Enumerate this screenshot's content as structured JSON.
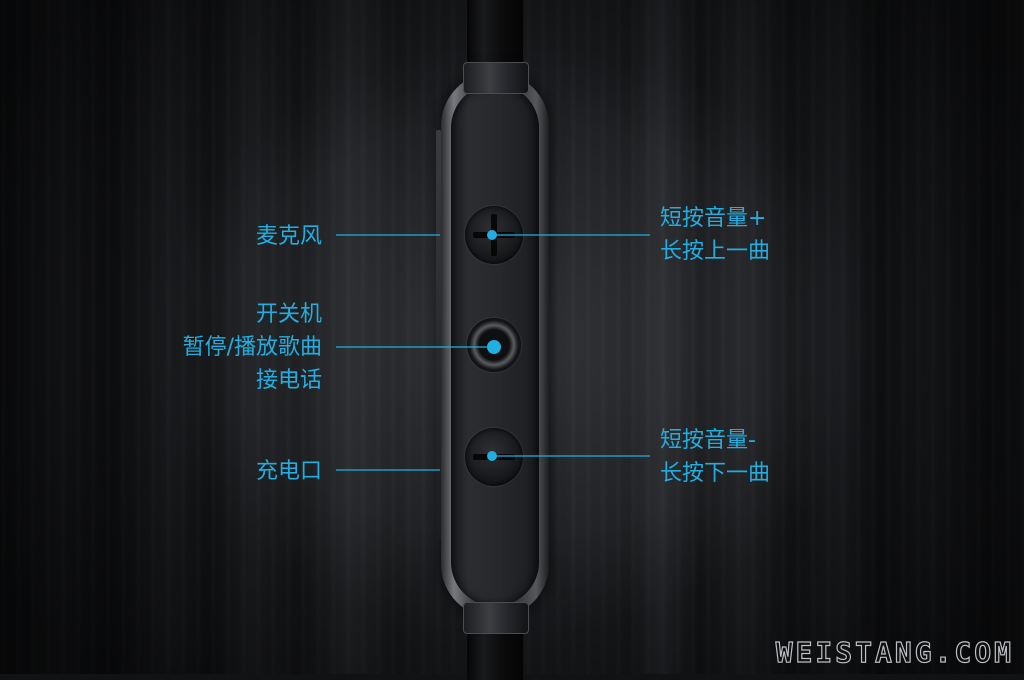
{
  "labels": {
    "microphone": "麦克风",
    "power_lines": [
      "开关机",
      "暂停/播放歌曲",
      "接电话"
    ],
    "charge_port": "充电口",
    "volume_up_lines": [
      "短按音量+",
      "长按上一曲"
    ],
    "volume_down_lines": [
      "短按音量-",
      "长按下一曲"
    ]
  },
  "watermark": "WEISTANG.COM",
  "colors": {
    "accent": "#22aee0",
    "background": "#111214"
  }
}
